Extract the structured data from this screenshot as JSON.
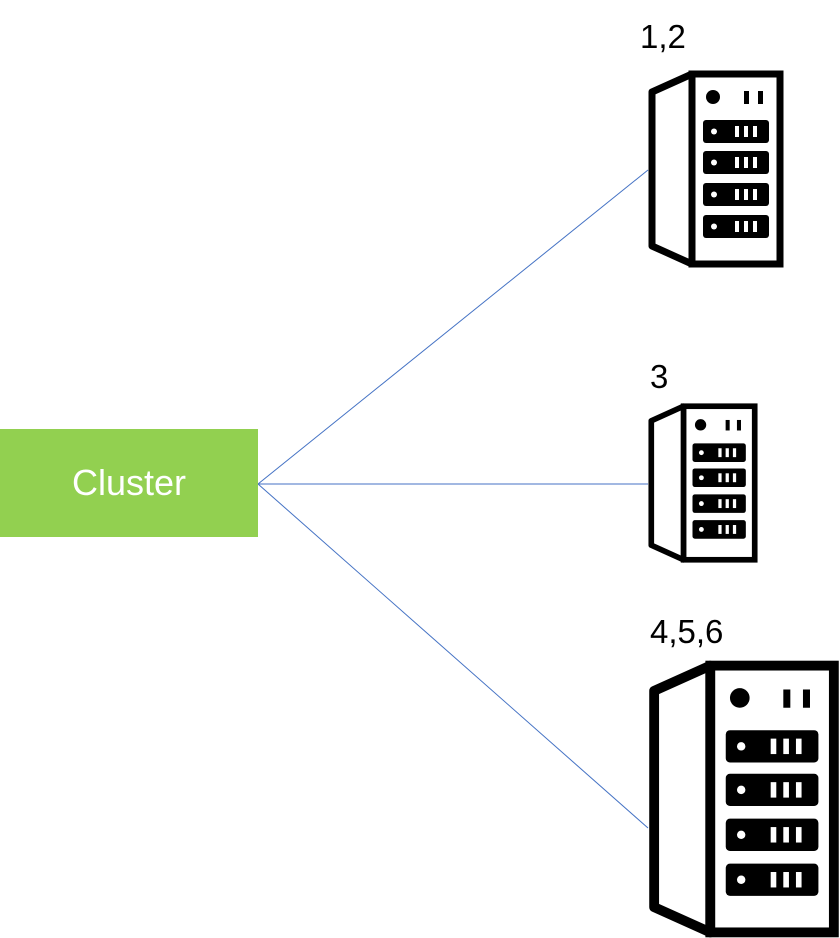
{
  "cluster": {
    "label": "Cluster",
    "color": "#92d050"
  },
  "connector_color": "#4472c4",
  "servers": [
    {
      "label": "1,2"
    },
    {
      "label": "3"
    },
    {
      "label": "4,5,6"
    }
  ]
}
